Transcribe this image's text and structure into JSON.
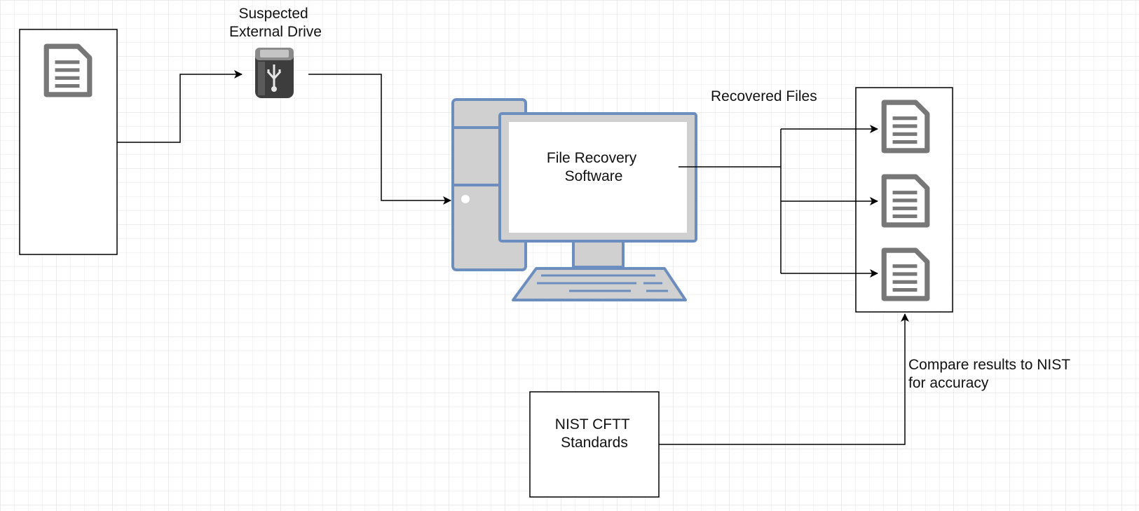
{
  "diagram": {
    "external_drive_label": [
      "Suspected",
      "External Drive"
    ],
    "software_label": [
      "File Recovery",
      "Software"
    ],
    "recovered_files_label": "Recovered Files",
    "nist_label": [
      "NIST CFTT",
      "Standards"
    ],
    "compare_label": [
      "Compare results to NIST",
      "for accuracy"
    ]
  },
  "colors": {
    "grid": "#e9e9e9",
    "stroke": "#000000",
    "doc_icon": "#777777",
    "computer_fill": "#d0d0d0",
    "computer_stroke": "#6c8ebf",
    "usb_body": "#444444"
  },
  "icons": [
    "document-icon",
    "usb-drive-icon",
    "desktop-computer-icon"
  ]
}
